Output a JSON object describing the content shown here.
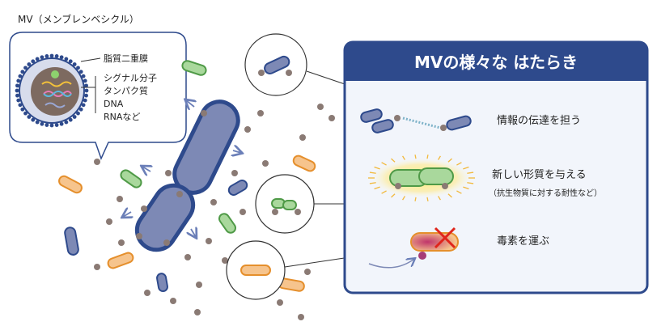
{
  "mv_label": "MV（メンブレンベシクル）",
  "mv_parts": {
    "membrane": "脂質二重膜",
    "contents": [
      "シグナル分子",
      "タンパク質",
      "DNA",
      "RNAなど"
    ]
  },
  "panel": {
    "title": "MVの様々な はたらき",
    "functions": [
      {
        "label": "情報の伝達を担う",
        "sub": ""
      },
      {
        "label": "新しい形質を与える",
        "sub": "（抗生物質に対する耐性など）"
      },
      {
        "label": "毒素を運ぶ",
        "sub": ""
      }
    ]
  },
  "colors": {
    "navy": "#2e4a8c",
    "bacterium_blue": "#7d89b5",
    "bacterium_green": "#a9d89c",
    "bacterium_orange": "#f6c48d",
    "vesicle_gray": "#8a7a74",
    "panel_bg": "#f2f5fb"
  }
}
